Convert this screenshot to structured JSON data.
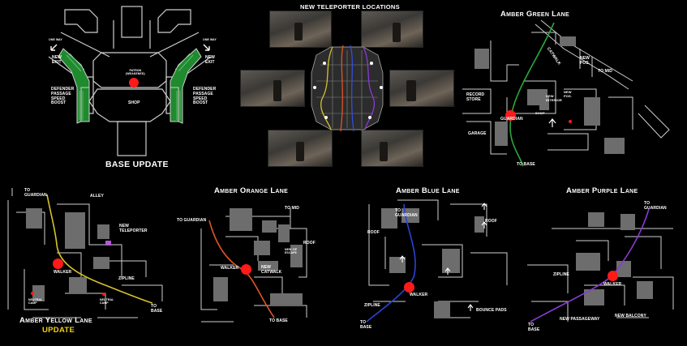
{
  "base": {
    "title": "BASE UPDATE",
    "labels": {
      "new_exit_left": "NEW\nEXIT",
      "new_exit_right": "NEW\nEXIT",
      "defender_left": "DEFENDER\nPASSAGE\nSPEED\nBOOST",
      "defender_right": "DEFENDER\nPASSAGE\nSPEED\nBOOST",
      "shop": "SHOP",
      "patron": "PATRON\n(WEAKENED)",
      "one_way_left": "ONE WAY",
      "one_way_right": "ONE WAY"
    },
    "accent": "#1f8a2e"
  },
  "teleporter": {
    "title": "NEW TELEPORTER LOCATIONS",
    "lane_colors": [
      "#d6c22a",
      "#e0532a",
      "#3050d6",
      "#8a3ad6"
    ]
  },
  "green": {
    "title": "Amber Green Lane",
    "color": "#2aa83a",
    "labels": {
      "catwalk": "CATWALK",
      "new_pos": "NEW\nPOS.",
      "to_mid": "TO MID",
      "record_store": "RECORD\nSTORE",
      "new_interior": "NEW\nINTERIOR",
      "new_pos2": "NEW\nPOS.",
      "shop": "SHOP",
      "guardian": "GUARDIAN",
      "garage": "GARAGE",
      "to_base": "TO BASE"
    }
  },
  "yellow": {
    "title": "Amber Yellow Lane",
    "subtitle": "UPDATE",
    "color": "#d6c22a",
    "labels": {
      "to_guardian": "TO\nGUARDIAN",
      "alley": "ALLEY",
      "new_teleporter": "NEW\nTELEPORTER",
      "walker": "WALKER",
      "zipline": "ZIPLINE",
      "neutral_camp_left": "NEUTRAL\nCAMP",
      "neutral_camp_right": "NEUTRAL\nCAMP",
      "to_base": "TO\nBASE"
    }
  },
  "orange": {
    "title": "Amber Orange Lane",
    "color": "#e0532a",
    "labels": {
      "to_mid": "TO MID",
      "to_guardian": "TO GUARDIAN",
      "roof": "ROOF",
      "new_zip_escape": "NEW ZIP\nESCAPE",
      "walker": "WALKER",
      "new_catwalk": "NEW\nCATWALK",
      "to_base": "TO BASE"
    }
  },
  "blue": {
    "title": "Amber Blue Lane",
    "color": "#2a44d6",
    "labels": {
      "to_guardian": "TO\nGUARDIAN",
      "roof_left": "ROOF",
      "roof_right": "ROOF",
      "walker": "WALKER",
      "zipline": "ZIPLINE",
      "to_base": "TO\nBASE",
      "bounce_pads": "BOUNCE PADS"
    }
  },
  "purple": {
    "title": "Amber Purple Lane",
    "color": "#8a3ad6",
    "labels": {
      "to_guardian": "TO\nGUARDIAN",
      "zipline": "ZIPLINE",
      "walker": "WALKER",
      "to_base": "TO\nBASE",
      "new_passageway": "NEW PASSAGEWAY",
      "new_balcony": "NEW BALCONY"
    }
  }
}
